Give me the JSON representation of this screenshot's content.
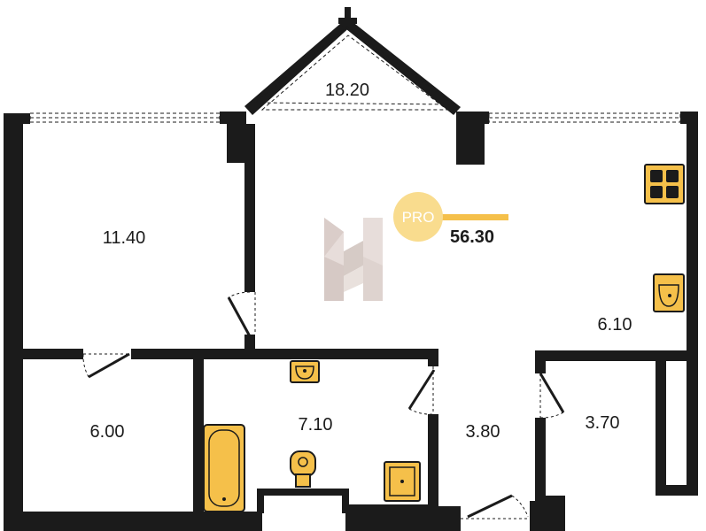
{
  "rooms": {
    "balcony": "18.20",
    "bedroom": "11.40",
    "kitchen_living": "6.10",
    "room_left": "6.00",
    "bathroom": "7.10",
    "hall": "3.80",
    "closet": "3.70"
  },
  "badge": {
    "pro": "PRO",
    "total_area": "56.30"
  },
  "colors": {
    "walls": "#1b1b1b",
    "fixtures": "#f5c04a",
    "badge_circle": "#f9dc8e",
    "logo": "#d9ccc7"
  },
  "icons": [
    "watermark-logo-icon",
    "stove-icon",
    "sink-icon",
    "bathtub-icon",
    "toilet-icon",
    "shower-icon"
  ]
}
